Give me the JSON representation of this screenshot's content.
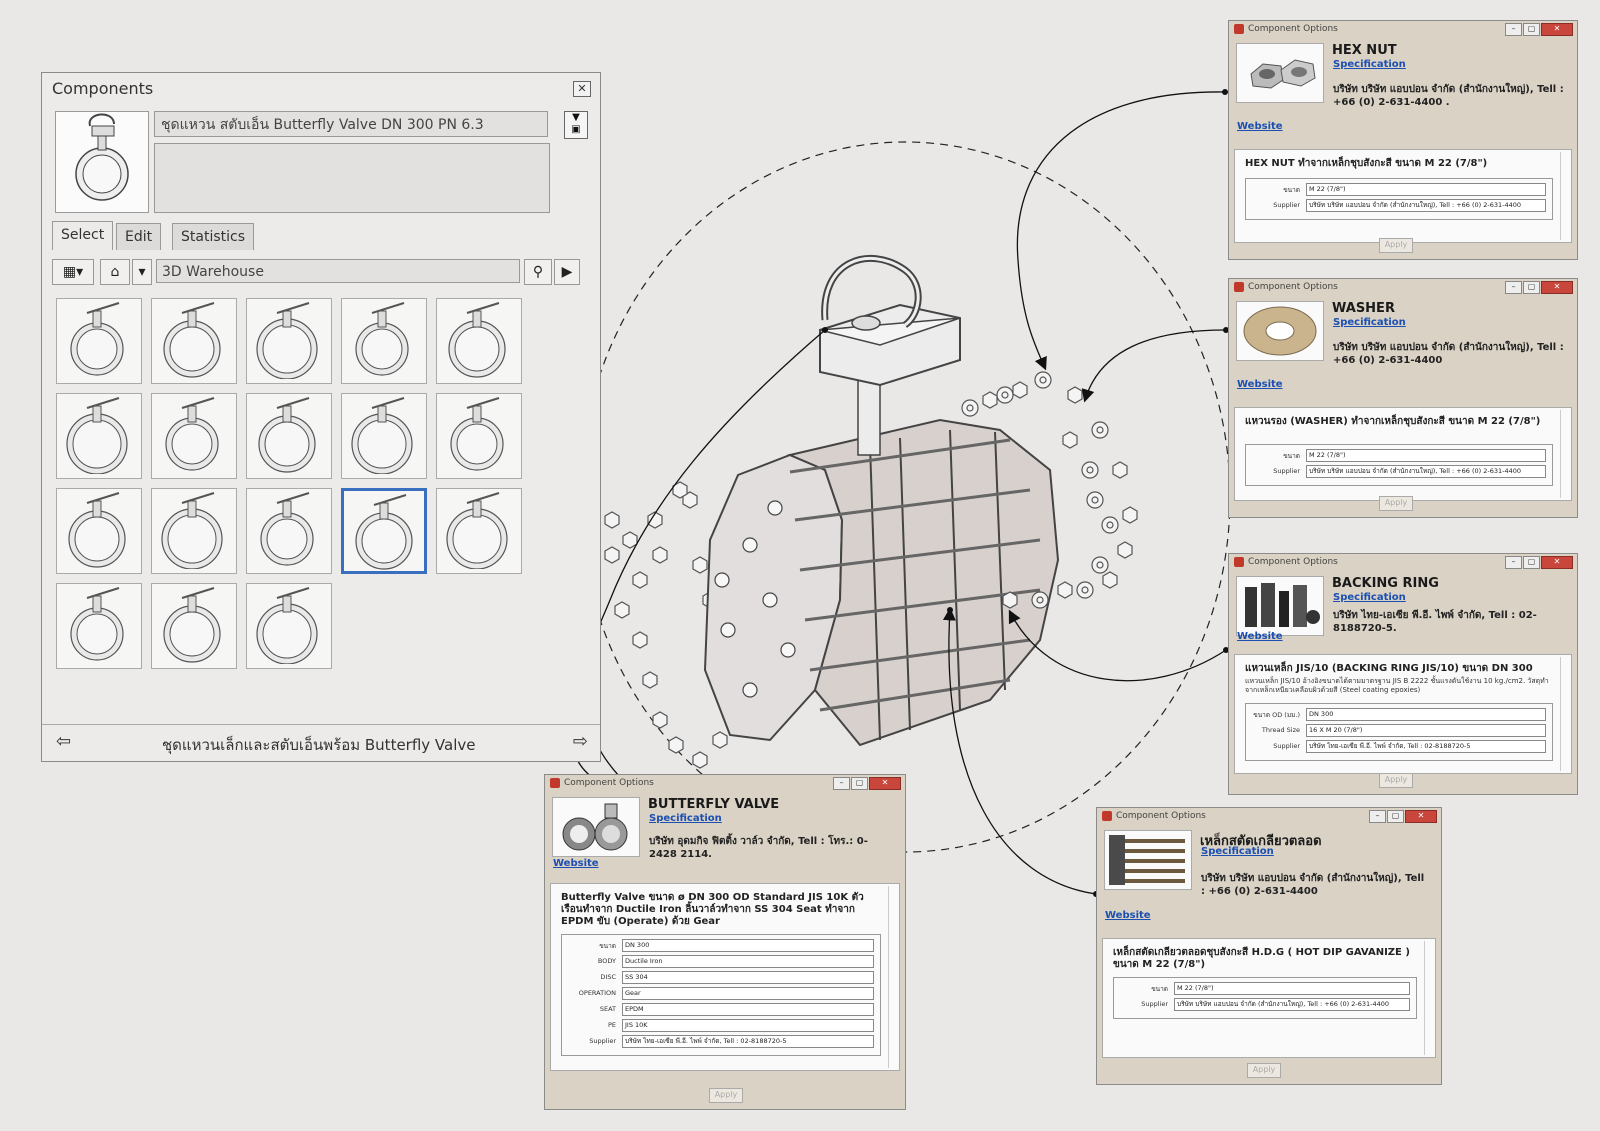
{
  "components_panel": {
    "title": "Components",
    "close_icon": "close-icon",
    "component_name": "ชุดแหวน สตับเอ็น Butterfly Valve DN 300 PN 6.3",
    "tabs": [
      "Select",
      "Edit",
      "Statistics"
    ],
    "search_text": "3D Warehouse",
    "collection_title": "ชุดแหวนเล็กและสตับเอ็นพร้อม Butterfly Valve",
    "thumbnail_count": 18,
    "selected_index": 13
  },
  "dialogs": {
    "hexnut": {
      "caption": "Component Options",
      "name": "HEX NUT",
      "spec": "Specification",
      "supplier": "บริษัท บริษัท แอบปอน จำกัด (สำนักงานใหญ่), Tell : +66 (0) 2-631-4400 .",
      "website": "Website",
      "desc": "HEX NUT ทำจากเหล็กชุบสังกะสี ขนาด M 22 (7/8\")",
      "attrs": [
        {
          "label": "ขนาด",
          "value": "M 22 (7/8\")"
        },
        {
          "label": "Supplier",
          "value": "บริษัท บริษัท แอบปอน จำกัด (สำนักงานใหญ่), Tell : +66 (0) 2-631-4400"
        }
      ],
      "apply": "Apply"
    },
    "washer": {
      "caption": "Component Options",
      "name": "WASHER",
      "spec": "Specification",
      "supplier": "บริษัท บริษัท แอบปอน จำกัด (สำนักงานใหญ่), Tell : +66 (0) 2-631-4400",
      "website": "Website",
      "desc": "แหวนรอง (WASHER) ทำจากเหล็กชุบสังกะสี ขนาด M 22 (7/8\")",
      "attrs": [
        {
          "label": "ขนาด",
          "value": "M 22 (7/8\")"
        },
        {
          "label": "Supplier",
          "value": "บริษัท บริษัท แอบปอน จำกัด (สำนักงานใหญ่), Tell : +66 (0) 2-631-4400"
        }
      ],
      "apply": "Apply"
    },
    "backing": {
      "caption": "Component Options",
      "name": "BACKING RING",
      "spec": "Specification",
      "supplier": "บริษัท ไทย-เอเซีย พี.อี. ไพพ์ จำกัด, Tell : 02-8188720-5.",
      "website": "Website",
      "desc": "แหวนเหล็ก JIS/10 (BACKING RING JIS/10) ขนาด DN 300",
      "subdesc": "แหวนเหล็ก JIS/10 อ้างอิงขนาดได้ตามมาตรฐาน JIS B 2222 ชั้นแรงดันใช้งาน 10 kg./cm2. วัสดุทำจากเหล็กเหนียวเคลือบผิวด้วยสี (Steel coating epoxies)",
      "attrs": [
        {
          "label": "ขนาด OD (มม.)",
          "value": "DN 300"
        },
        {
          "label": "Thread Size",
          "value": "16 X M 20 (7/8\")"
        },
        {
          "label": "Supplier",
          "value": "บริษัท ไทย-เอเซีย พี.อี. ไพพ์ จำกัด, Tell : 02-8188720-5"
        }
      ],
      "apply": "Apply"
    },
    "butterfly": {
      "caption": "Component Options",
      "name": "BUTTERFLY VALVE",
      "spec": "Specification",
      "supplier": "บริษัท อุดมกิจ ฟิตติ้ง วาล์ว จำกัด, Tell : โทร.: 0-2428 2114.",
      "website": "Website",
      "desc": "Butterfly Valve ขนาด ø DN 300 OD Standard JIS 10K ตัวเรือนทำจาก Ductile Iron ลิ้นวาล์วทำจาก SS 304 Seat ทำจาก EPDM ขับ (Operate) ด้วย Gear",
      "attrs": [
        {
          "label": "ขนาด",
          "value": "DN 300"
        },
        {
          "label": "BODY",
          "value": "Ductile Iron"
        },
        {
          "label": "DISC",
          "value": "SS 304"
        },
        {
          "label": "OPERATION",
          "value": "Gear"
        },
        {
          "label": "SEAT",
          "value": "EPDM"
        },
        {
          "label": "PE",
          "value": "JIS 10K"
        },
        {
          "label": "Supplier",
          "value": "บริษัท ไทย-เอเซีย พี.อี. ไพพ์ จำกัด, Tell : 02-8188720-5"
        }
      ],
      "apply": "Apply"
    },
    "threadrod": {
      "caption": "Component Options",
      "name": "เหล็กสตัดเกลียวตลอด",
      "spec": "Specification",
      "supplier": "บริษัท บริษัท แอบปอน จำกัด (สำนักงานใหญ่), Tell : +66 (0) 2-631-4400",
      "website": "Website",
      "desc": "เหล็กสตัดเกลียวตลอดชุบสังกะสี H.D.G ( HOT DIP GAVANIZE ) ขนาด M 22 (7/8\")",
      "attrs": [
        {
          "label": "ขนาด",
          "value": "M 22 (7/8\")"
        },
        {
          "label": "Supplier",
          "value": "บริษัท บริษัท แอบปอน จำกัด (สำนักงานใหญ่), Tell : +66 (0) 2-631-4400"
        }
      ],
      "apply": "Apply"
    }
  },
  "colors": {
    "dialog_bg": "#d9d2c5",
    "link": "#1c4fb3",
    "selection": "#3a6fc0",
    "close_button": "#c9463d"
  }
}
